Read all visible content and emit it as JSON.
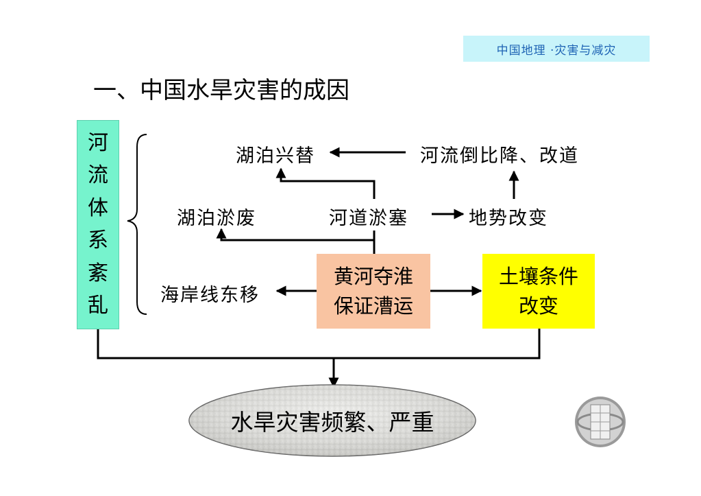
{
  "header": {
    "badge": "中国地理 ·灾害与减灾",
    "title": "一、中国水旱灾害的成因"
  },
  "cause_box": {
    "chars": [
      "河",
      "流",
      "体",
      "系",
      "紊",
      "乱"
    ]
  },
  "nodes": {
    "lake_change": "湖泊兴替",
    "river_shift": "河流倒比降、改道",
    "lake_silt": "湖泊淤废",
    "channel_silt": "河道淤塞",
    "terrain_change": "地势改变",
    "coast_move": "海岸线东移",
    "yellow_river": {
      "line1": "黄河夺淮",
      "line2": "保证漕运"
    },
    "soil": {
      "line1": "土壤条件",
      "line2": "改变"
    }
  },
  "result": "水旱灾害频繁、严重",
  "colors": {
    "badge_bg": "#c8f4fa",
    "badge_text": "#1e63b4",
    "cause_box": "#76f3cd",
    "yellow_river_box": "#f9c4a2",
    "soil_box": "#ffff00"
  }
}
